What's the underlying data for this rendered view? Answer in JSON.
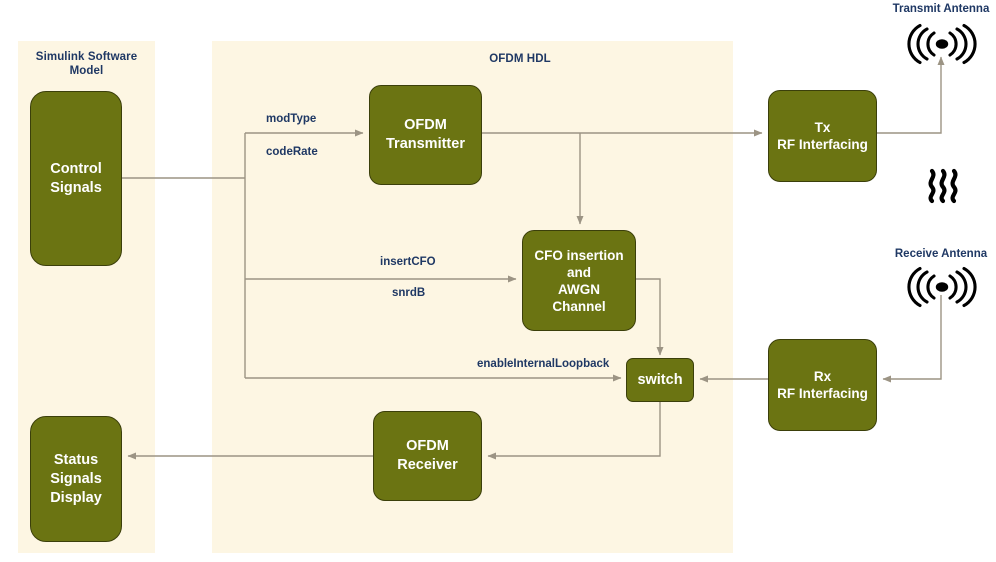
{
  "diagram": {
    "title": "OFDM HDL transceiver block diagram",
    "colors": {
      "panel_bg": "#fdf6e3",
      "block_fill": "#6b7412",
      "block_stroke": "#3b3f0a",
      "label_text": "#1f3864",
      "wire": "#9c9484",
      "block_text": "#ffffff",
      "antenna": "#000000"
    }
  },
  "panels": [
    {
      "id": "simulink",
      "label": "Simulink Software\nModel"
    },
    {
      "id": "ofdm_hdl",
      "label": "OFDM HDL"
    }
  ],
  "blocks": [
    {
      "id": "control_signals",
      "label": "Control\nSignals"
    },
    {
      "id": "status_display",
      "label": "Status\nSignals\nDisplay"
    },
    {
      "id": "ofdm_transmitter",
      "label": "OFDM\nTransmitter"
    },
    {
      "id": "cfo_awgn",
      "label": "CFO insertion\nand\nAWGN\nChannel"
    },
    {
      "id": "switch",
      "label": "switch"
    },
    {
      "id": "ofdm_receiver",
      "label": "OFDM\nReceiver"
    },
    {
      "id": "tx_rf",
      "label": "Tx\nRF Interfacing"
    },
    {
      "id": "rx_rf",
      "label": "Rx\nRF Interfacing"
    }
  ],
  "signal_labels": [
    {
      "id": "mod_type",
      "text": "modType"
    },
    {
      "id": "code_rate",
      "text": "codeRate"
    },
    {
      "id": "insert_cfo",
      "text": "insertCFO"
    },
    {
      "id": "snr_db",
      "text": "snrdB"
    },
    {
      "id": "loopback",
      "text": "enableInternalLoopback"
    }
  ],
  "antennas": [
    {
      "id": "transmit_antenna",
      "label": "Transmit Antenna"
    },
    {
      "id": "receive_antenna",
      "label": "Receive Antenna"
    }
  ],
  "icons": {
    "transmit_antenna": "antenna-icon",
    "receive_antenna": "antenna-icon",
    "rf_waves": "rf-wave-icon"
  }
}
